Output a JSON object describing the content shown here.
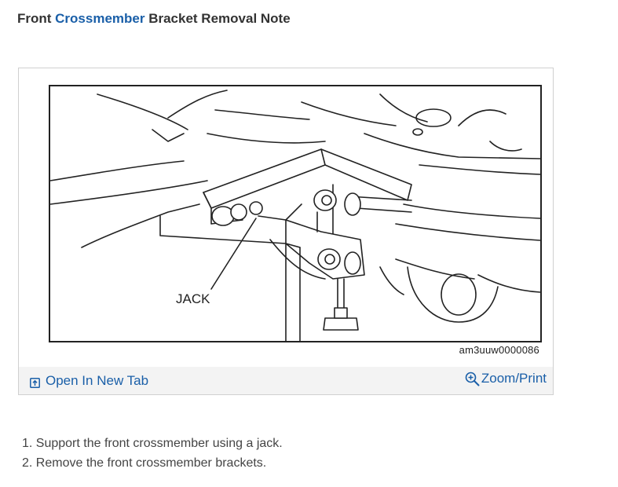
{
  "title": {
    "prefix": "Front ",
    "link_text": "Crossmember",
    "suffix": " Bracket Removal Note"
  },
  "figure": {
    "callout_label": "JACK",
    "image_code": "am3uuw0000086"
  },
  "toolbar": {
    "open_tab_label": "Open In New Tab",
    "zoom_print_label": "Zoom/Print",
    "open_tab_icon": "open-new-tab-icon",
    "zoom_icon": "zoom-in-icon"
  },
  "steps": [
    "1. Support the front crossmember using a jack.",
    "2. Remove the front crossmember brackets."
  ],
  "colors": {
    "link": "#1a5fa8",
    "toolbar_bg": "#f3f3f3",
    "title": "#333333"
  }
}
